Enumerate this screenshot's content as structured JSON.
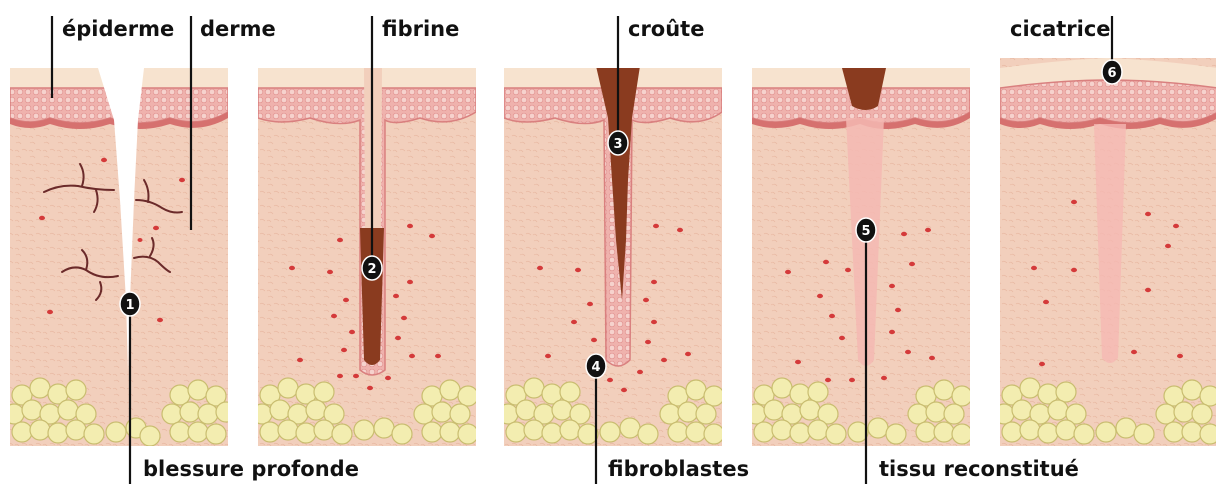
{
  "labels": {
    "epidermis": "épiderme",
    "dermis": "derme",
    "fibrin": "fibrine",
    "scab": "croûte",
    "scar": "cicatrice",
    "deep_wound": "blessure profonde",
    "fibroblasts": "fibroblastes",
    "rebuilt_tissue": "tissu reconstitué"
  },
  "markers": [
    "1",
    "2",
    "3",
    "4",
    "5",
    "6"
  ],
  "colors": {
    "dermis": "#f2cfbc",
    "epidermis": "#e69a98",
    "epidermis_cells": "#f4c7c3",
    "surface": "#f7e3cf",
    "fat": "#f3edb0",
    "fat_outline": "#c9bd70",
    "blood": "#d43a3a",
    "clot": "#8a3b1f",
    "new_tissue": "#f5b8b3",
    "marker": "#111111"
  }
}
